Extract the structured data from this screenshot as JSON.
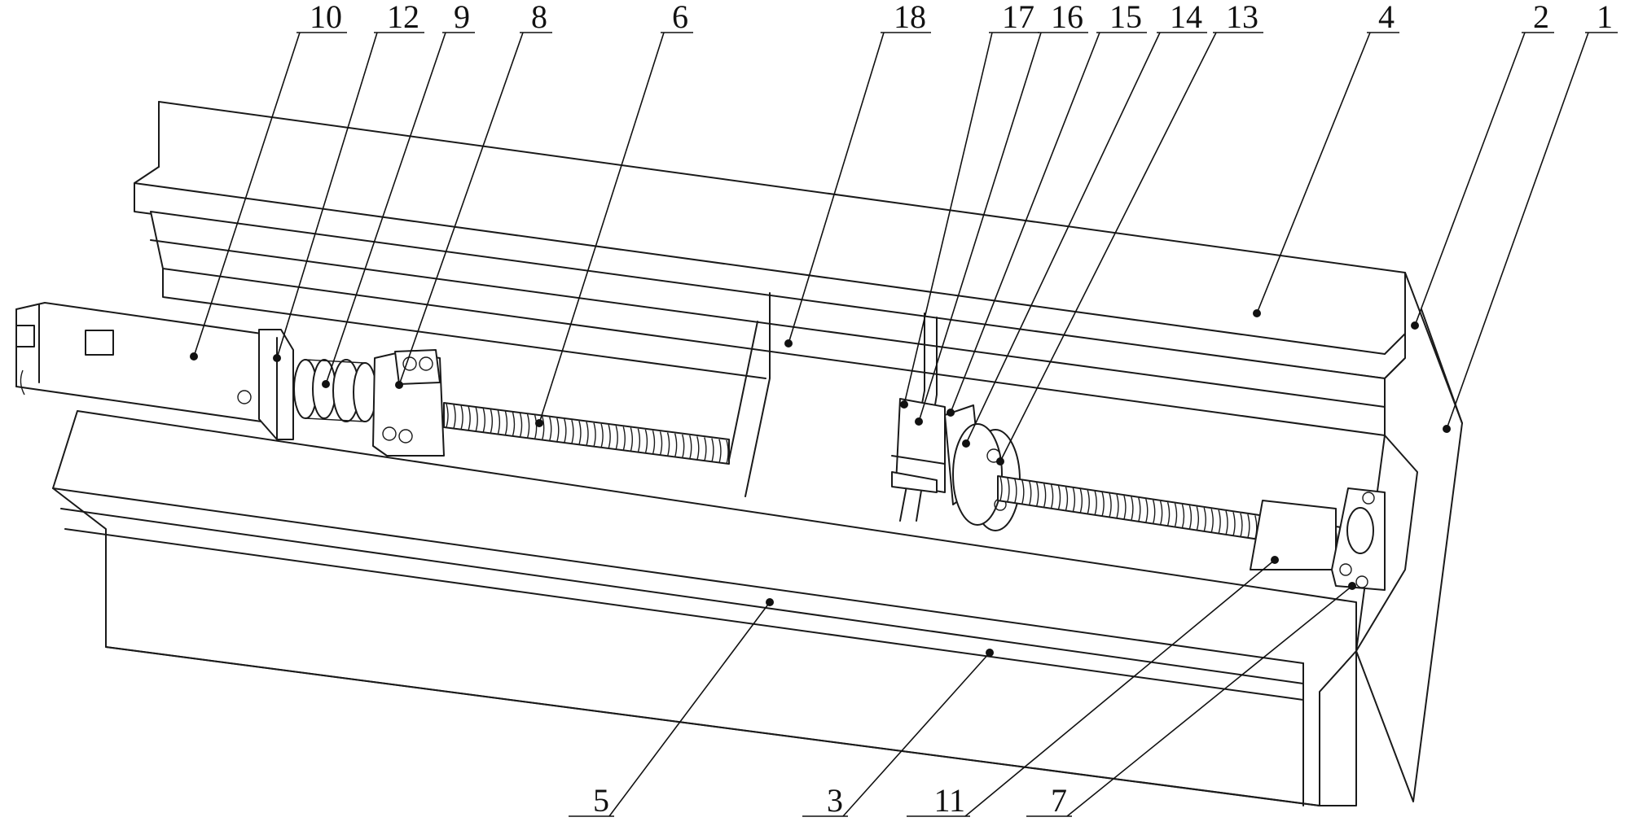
{
  "reference_numerals": {
    "n1": "1",
    "n2": "2",
    "n3": "3",
    "n4": "4",
    "n5": "5",
    "n6": "6",
    "n7": "7",
    "n8": "8",
    "n9": "9",
    "n10": "10",
    "n11": "11",
    "n12": "12",
    "n13": "13",
    "n14": "14",
    "n15": "15",
    "n16": "16",
    "n17": "17",
    "n18": "18"
  },
  "colors": {
    "line": "#1a1a1a",
    "background": "#ffffff"
  }
}
